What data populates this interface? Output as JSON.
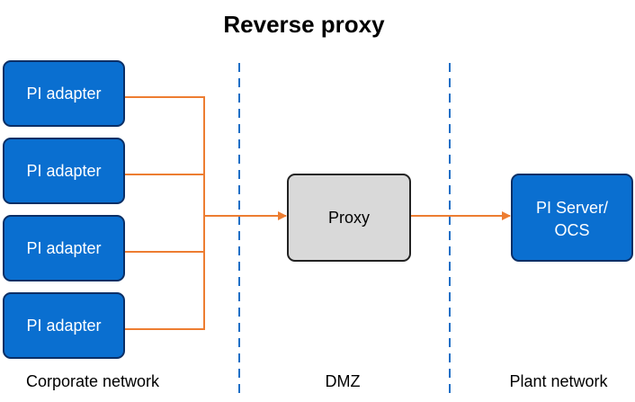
{
  "title": "Reverse proxy",
  "colors": {
    "adapter_fill": "#0a6fd0",
    "adapter_stroke": "#0b2f66",
    "adapter_text": "#ffffff",
    "proxy_fill": "#d9d9d9",
    "proxy_stroke": "#222222",
    "proxy_text": "#000000",
    "connector": "#ed7d31",
    "divider": "#1f6fc6"
  },
  "nodes": {
    "adapters": [
      {
        "label": "PI adapter"
      },
      {
        "label": "PI adapter"
      },
      {
        "label": "PI adapter"
      },
      {
        "label": "PI adapter"
      }
    ],
    "proxy": {
      "label": "Proxy"
    },
    "server": {
      "line1": "PI Server/",
      "line2": "OCS"
    }
  },
  "zones": {
    "corporate": "Corporate network",
    "dmz": "DMZ",
    "plant": "Plant network"
  }
}
